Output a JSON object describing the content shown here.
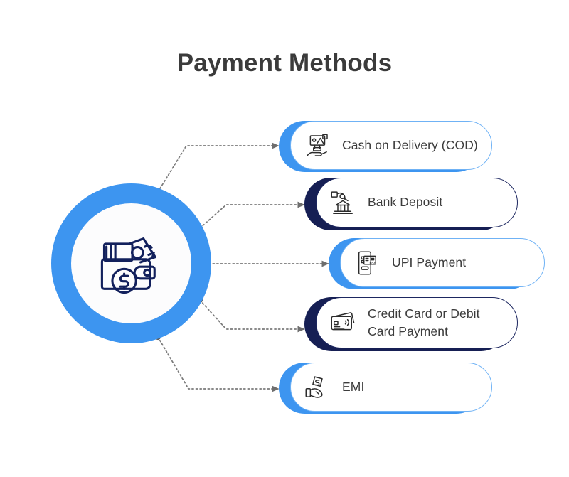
{
  "page": {
    "title": "Payment Methods",
    "background": "#ffffff"
  },
  "colors": {
    "accent_blue": "#3d95f0",
    "accent_blue_light": "#5aa7f5",
    "accent_navy": "#161f54",
    "title_text": "#3b3b3b",
    "label_text": "#3c3c3c",
    "connector": "#767676",
    "pill_fill": "#ffffff",
    "hub_inner": "#fcfcfd"
  },
  "hub": {
    "icon": "wallet-with-cash-and-coins-icon",
    "ring_color": "#3d95f0"
  },
  "methods": [
    {
      "label": "Cash on Delivery (COD)",
      "icon": "hand-holding-package-icon",
      "accent": "#3d95f0",
      "border": "#6fb2f5"
    },
    {
      "label": "Bank Deposit",
      "icon": "hand-depositing-money-bank-icon",
      "accent": "#161f54",
      "border": "#1d2760"
    },
    {
      "label": "UPI Payment",
      "icon": "mobile-pay-icon",
      "accent": "#3d95f0",
      "border": "#6fb2f5"
    },
    {
      "label": "Credit Card or Debit Card Payment",
      "icon": "credit-cards-icon",
      "accent": "#161f54",
      "border": "#1d2760"
    },
    {
      "label": "EMI",
      "icon": "hand-holding-money-icon",
      "accent": "#3d95f0",
      "border": "#6fb2f5"
    }
  ]
}
